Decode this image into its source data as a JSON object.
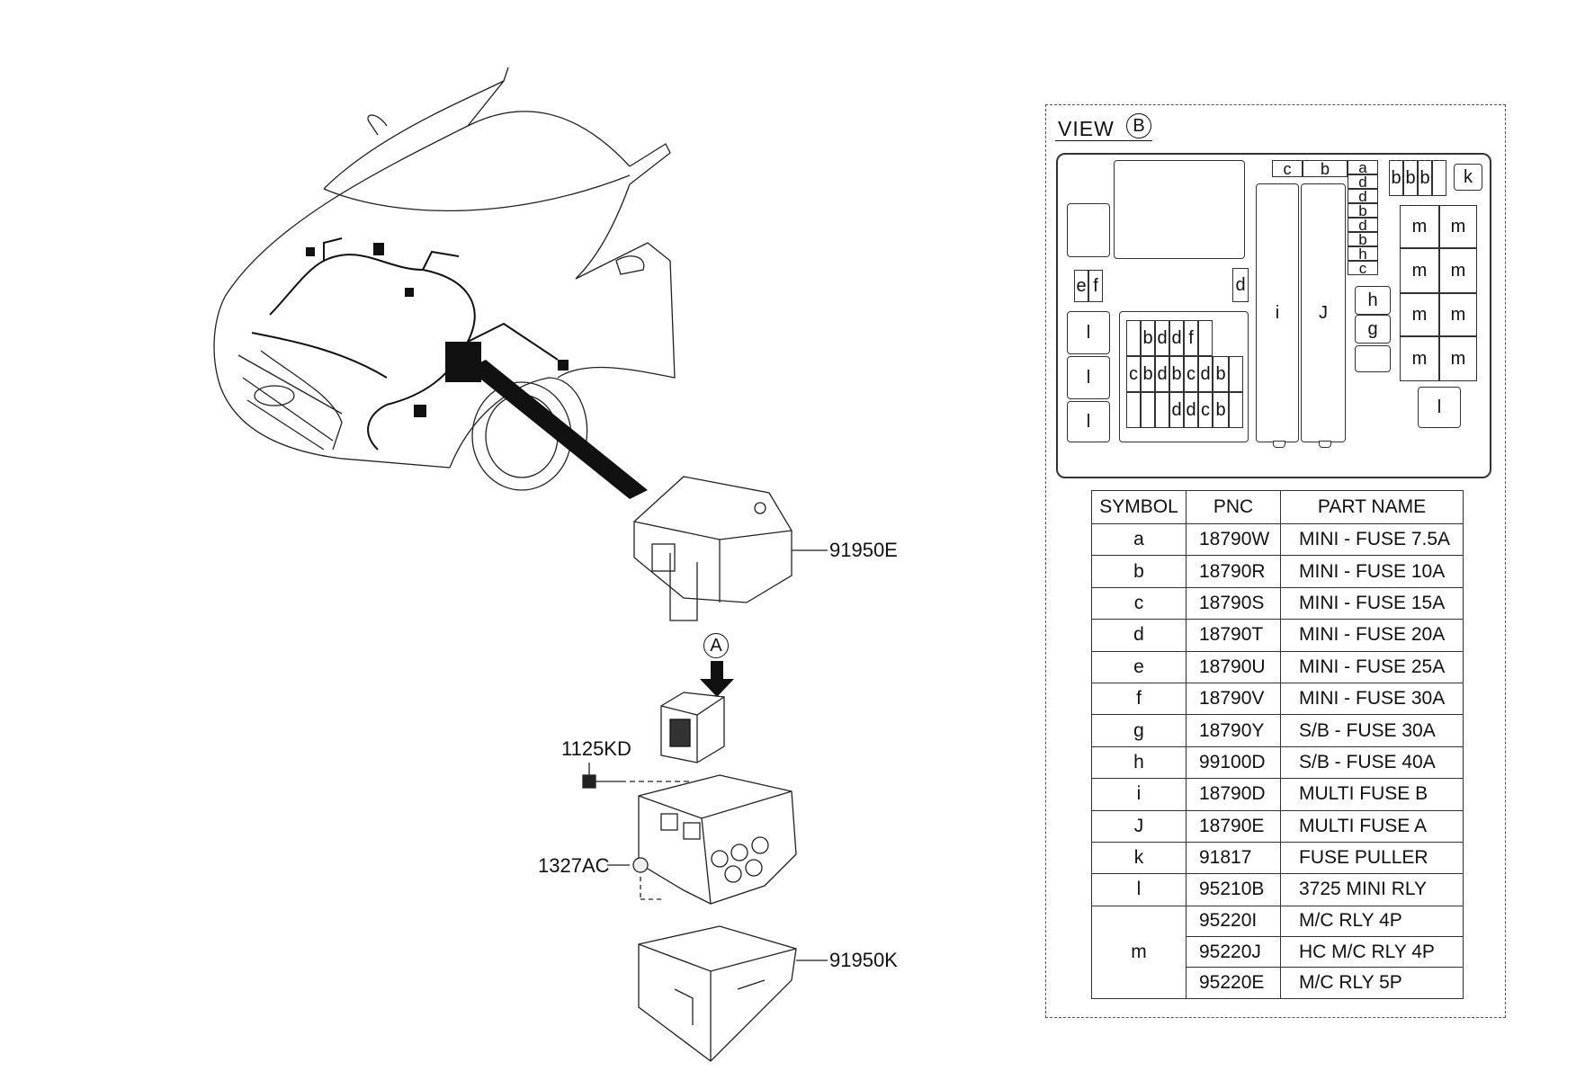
{
  "callouts": {
    "cover": "91950E",
    "bolt": "1125KD",
    "nut": "1327AC",
    "lower_cover": "91950K",
    "arrow_ref": "A"
  },
  "view": {
    "title": "VIEW",
    "ref": "B"
  },
  "fuse_box": {
    "top_row": [
      "c",
      "b"
    ],
    "top_column": [
      "a",
      "d",
      "d",
      "b",
      "d",
      "b",
      "h",
      "c"
    ],
    "top_right_b": [
      "b",
      "b",
      "b"
    ],
    "puller": "k",
    "left_pair": [
      "e",
      "f"
    ],
    "right_d": "d",
    "multi_fuse_i": "i",
    "multi_fuse_j": "J",
    "sb_h": "h",
    "sb_g": "g",
    "mini_rly_left": [
      "l",
      "l",
      "l"
    ],
    "mini_rly_right": "l",
    "mc_relays": [
      "m",
      "m",
      "m",
      "m",
      "m",
      "m",
      "m",
      "m"
    ],
    "inner_row1": [
      "b",
      "d",
      "d",
      "f"
    ],
    "inner_row2": [
      "c",
      "b",
      "d",
      "b",
      "c",
      "d",
      "b"
    ],
    "inner_row3": [
      "d",
      "d",
      "c",
      "b"
    ]
  },
  "table": {
    "headers": [
      "SYMBOL",
      "PNC",
      "PART NAME"
    ],
    "rows": [
      {
        "symbol": "a",
        "pnc": "18790W",
        "name": "MINI - FUSE 7.5A"
      },
      {
        "symbol": "b",
        "pnc": "18790R",
        "name": "MINI - FUSE 10A"
      },
      {
        "symbol": "c",
        "pnc": "18790S",
        "name": "MINI - FUSE 15A"
      },
      {
        "symbol": "d",
        "pnc": "18790T",
        "name": "MINI - FUSE 20A"
      },
      {
        "symbol": "e",
        "pnc": "18790U",
        "name": "MINI - FUSE 25A"
      },
      {
        "symbol": "f",
        "pnc": "18790V",
        "name": "MINI - FUSE 30A"
      },
      {
        "symbol": "g",
        "pnc": "18790Y",
        "name": "S/B - FUSE 30A"
      },
      {
        "symbol": "h",
        "pnc": "99100D",
        "name": "S/B - FUSE 40A"
      },
      {
        "symbol": "i",
        "pnc": "18790D",
        "name": "MULTI FUSE B"
      },
      {
        "symbol": "J",
        "pnc": "18790E",
        "name": "MULTI FUSE A"
      },
      {
        "symbol": "k",
        "pnc": "91817",
        "name": "FUSE PULLER"
      },
      {
        "symbol": "l",
        "pnc": "95210B",
        "name": "3725 MINI RLY"
      }
    ],
    "m_symbol": "m",
    "m_rows": [
      {
        "pnc": "95220I",
        "name": "M/C RLY 4P"
      },
      {
        "pnc": "95220J",
        "name": "HC M/C RLY 4P"
      },
      {
        "pnc": "95220E",
        "name": "M/C RLY 5P"
      }
    ]
  }
}
